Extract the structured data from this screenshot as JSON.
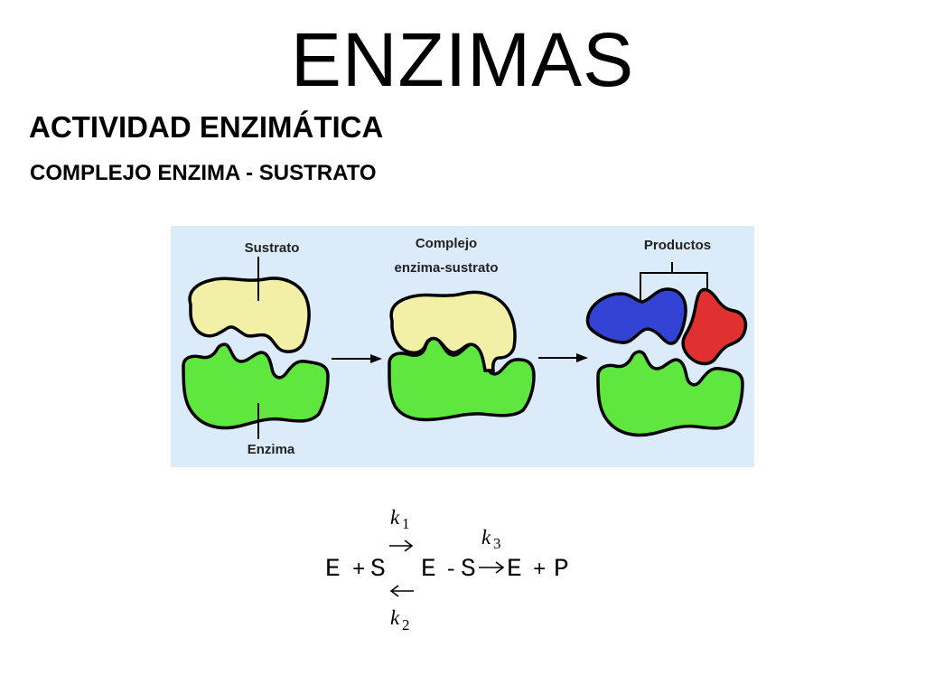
{
  "title": "ENZIMAS",
  "subtitle": "ACTIVIDAD ENZIMÁTICA",
  "subsubtitle": "COMPLEJO ENZIMA - SUSTRATO",
  "diagram": {
    "labels": {
      "sustrato": "Sustrato",
      "complejo_line1": "Complejo",
      "complejo_line2": "enzima-sustrato",
      "productos": "Productos",
      "enzima": "Enzima"
    },
    "colors": {
      "background": "#dcebfa",
      "substrate": "#f2f0a6",
      "enzyme": "#5fe63f",
      "product_1": "#3344d4",
      "product_2": "#e13030"
    }
  },
  "equation": {
    "E": "E",
    "plus1": "+",
    "S": "S",
    "ES_E": "E",
    "ES_dash": "-",
    "ES_S": "S",
    "E2": "E",
    "plus2": "+",
    "P": "P",
    "k1_letter": "k",
    "k1_sub": "1",
    "k2_letter": "k",
    "k2_sub": "2",
    "k3_letter": "k",
    "k3_sub": "3"
  }
}
